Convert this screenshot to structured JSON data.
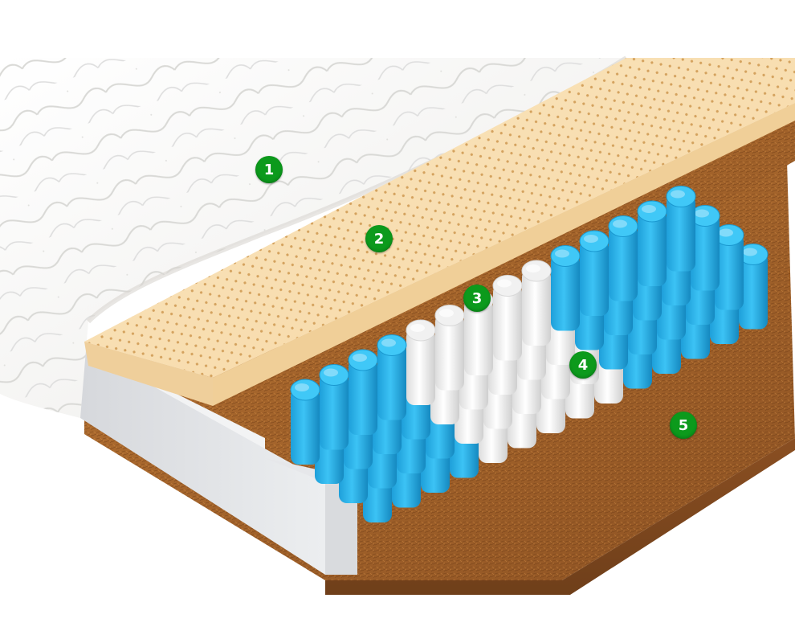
{
  "colors": {
    "badge": "#0c9a1c",
    "cover": "#f4f4f2",
    "latex": "#f8deb0",
    "latex_holes": "#d7a967",
    "coconut": "#9a5a26",
    "coconut_top": "#b87532",
    "foam_edge": "#e4e4e6",
    "spring_blue": "#22b2ea",
    "spring_white": "#f1f1f1"
  },
  "badges": [
    {
      "label": "1"
    },
    {
      "label": "2"
    },
    {
      "label": "3"
    },
    {
      "label": "4"
    },
    {
      "label": "5"
    }
  ]
}
